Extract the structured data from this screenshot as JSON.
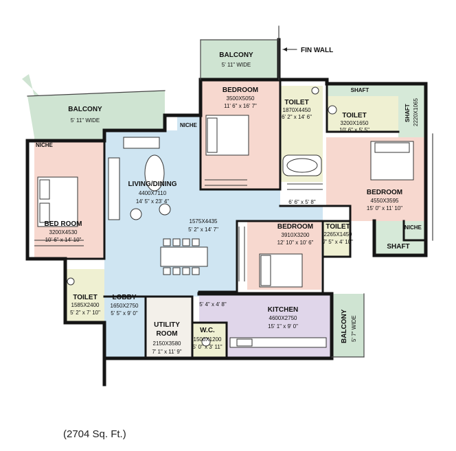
{
  "colors": {
    "wall": "#151515",
    "bedroom": "#f7d8cf",
    "living": "#cfe5f2",
    "kitchen": "#e0d6ea",
    "balcony": "#cfe4d2",
    "toilet": "#eff0d2",
    "utility": "#f3f0ea",
    "shaft": "#d6e9d8"
  },
  "labels": {
    "balcony_top": "BALCONY",
    "balcony_top_dim": "5' 11\" WIDE",
    "fin_wall": "FIN WALL",
    "balcony_left": "BALCONY",
    "balcony_left_dim": "5' 11\" WIDE",
    "niche_left": "NICHE",
    "niche_mid": "NICHE",
    "niche_right": "NICHE",
    "bedroom_top": "BEDROOM",
    "bedroom_top_dim1": "3500X5050",
    "bedroom_top_dim2": "11' 6\" x 16' 7\"",
    "toilet_top": "TOILET",
    "toilet_top_dim1": "1870X4450",
    "toilet_top_dim2": "6' 2\" x 14' 6\"",
    "shaft_top": "SHAFT",
    "toilet_right": "TOILET",
    "toilet_right_dim1": "3200X1650",
    "toilet_right_dim2": "10' 6\" x 5' 5\"",
    "shaft_vertical": "SHAFT",
    "shaft_vertical_dim": "2220X1065",
    "bedroom_right": "BEDROOM",
    "bedroom_right_dim1": "4550X3595",
    "bedroom_right_dim2": "15' 0\" x 11' 10\"",
    "passage_dim": "6' 6\" x 5' 8\"",
    "living": "LIVING/DINING",
    "living_dim1": "4400X7110",
    "living_dim2": "14' 5\" x 23' 4\"",
    "dining_dim1": "1575X4435",
    "dining_dim2": "5' 2\" x 14' 7\"",
    "bedroom_left": "BED ROOM",
    "bedroom_left_dim1": "3200X4530",
    "bedroom_left_dim2": "10' 6\" x 14' 10\"",
    "bedroom_mid": "BEDROOM",
    "bedroom_mid_dim1": "3910X3200",
    "bedroom_mid_dim2": "12' 10\" x 10' 6\"",
    "toilet_mid": "TOILET",
    "toilet_mid_dim1": "2265X1450",
    "toilet_mid_dim2": "7' 5\" x 4' 10\"",
    "shaft_right": "SHAFT",
    "toilet_left": "TOILET",
    "toilet_left_dim1": "1585X2400",
    "toilet_left_dim2": "5' 2\" x 7' 10\"",
    "lobby": "LOBBY",
    "lobby_dim1": "1650X2750",
    "lobby_dim2": "5' 5\" x 9' 0\"",
    "utility": "UTILITY",
    "utility2": "ROOM",
    "utility_dim1": "2150X3580",
    "utility_dim2": "7' 1\" x 11' 9\"",
    "store_dim": "5' 4\" x 4' 8\"",
    "kitchen": "KITCHEN",
    "kitchen_dim1": "4600X2750",
    "kitchen_dim2": "15' 1\" x 9' 0\"",
    "wc": "W.C.",
    "wc_dim1": "1500X1200",
    "wc_dim2": "5' 0\" x 3' 11\"",
    "balcony_kitchen": "BALCONY",
    "balcony_kitchen_dim": "5' 7\" WIDE"
  },
  "caption": "(2704 Sq. Ft.)"
}
